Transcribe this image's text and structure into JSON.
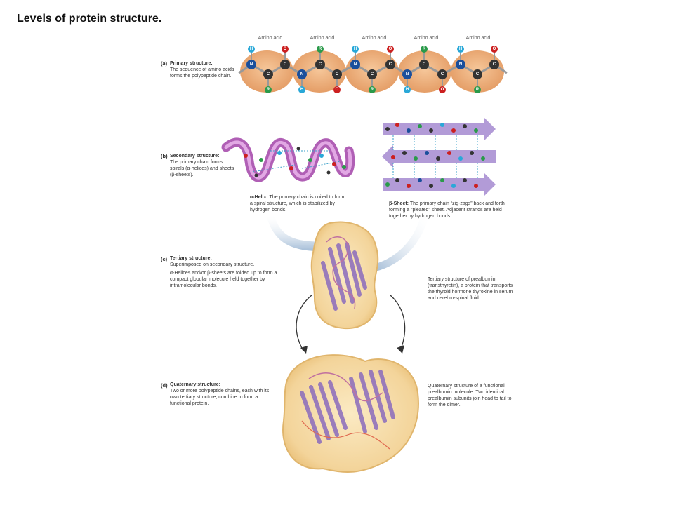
{
  "title": "Levels of protein structure.",
  "amino_acid_label": "Amino acid",
  "amino_acids": [
    "Amino acid",
    "Amino acid",
    "Amino acid",
    "Amino acid",
    "Amino acid"
  ],
  "panels": {
    "a": {
      "letter": "(a)",
      "heading": "Primary structure:",
      "body": "The sequence of amino acids forms the polypeptide chain."
    },
    "b": {
      "letter": "(b)",
      "heading": "Secondary structure:",
      "body": "The primary chain forms spirals (α-helices) and sheets (β-sheets).",
      "helix_heading": "α-Helix:",
      "helix_body": "The primary chain is coiled to form a spiral structure, which is stabilized by hydrogen bonds.",
      "sheet_heading": "β-Sheet:",
      "sheet_body": "The primary chain “zig-zags” back and forth forming a “pleated” sheet. Adjacent strands are held together by hydrogen bonds."
    },
    "c": {
      "letter": "(c)",
      "heading": "Tertiary structure:",
      "body_line1": "Superimposed on secondary structure.",
      "body_line2": "α-Helices and/or β-sheets are folded up to form a compact globular molecule held together by intramolecular bonds.",
      "side_note": "Tertiary structure of prealbumin (transthyretin), a protein that transports the thyroid hormone thyroxine in serum and cerebro-spinal fluid."
    },
    "d": {
      "letter": "(d)",
      "heading": "Quaternary structure:",
      "body": "Two or more polypeptide chains, each with its own tertiary structure, combine to form a functional protein.",
      "side_note": "Quaternary structure of a functional prealbumin molecule. Two identical prealbumin subunits join head to tail to form the dimer."
    }
  },
  "atom_letters": {
    "N": "N",
    "C": "C",
    "H": "H",
    "O": "O",
    "R": "R"
  },
  "colors": {
    "blob": "#e8a068",
    "nitrogen": "#1a4f9c",
    "carbon": "#333333",
    "hydrogen": "#29a8d8",
    "oxygen": "#cc2020",
    "rgroup": "#2a9a4a",
    "helix": "#c070c0",
    "sheet": "#a58ad0",
    "globule": "#f3d49a",
    "arrow_blue": "#7fa3c8"
  }
}
